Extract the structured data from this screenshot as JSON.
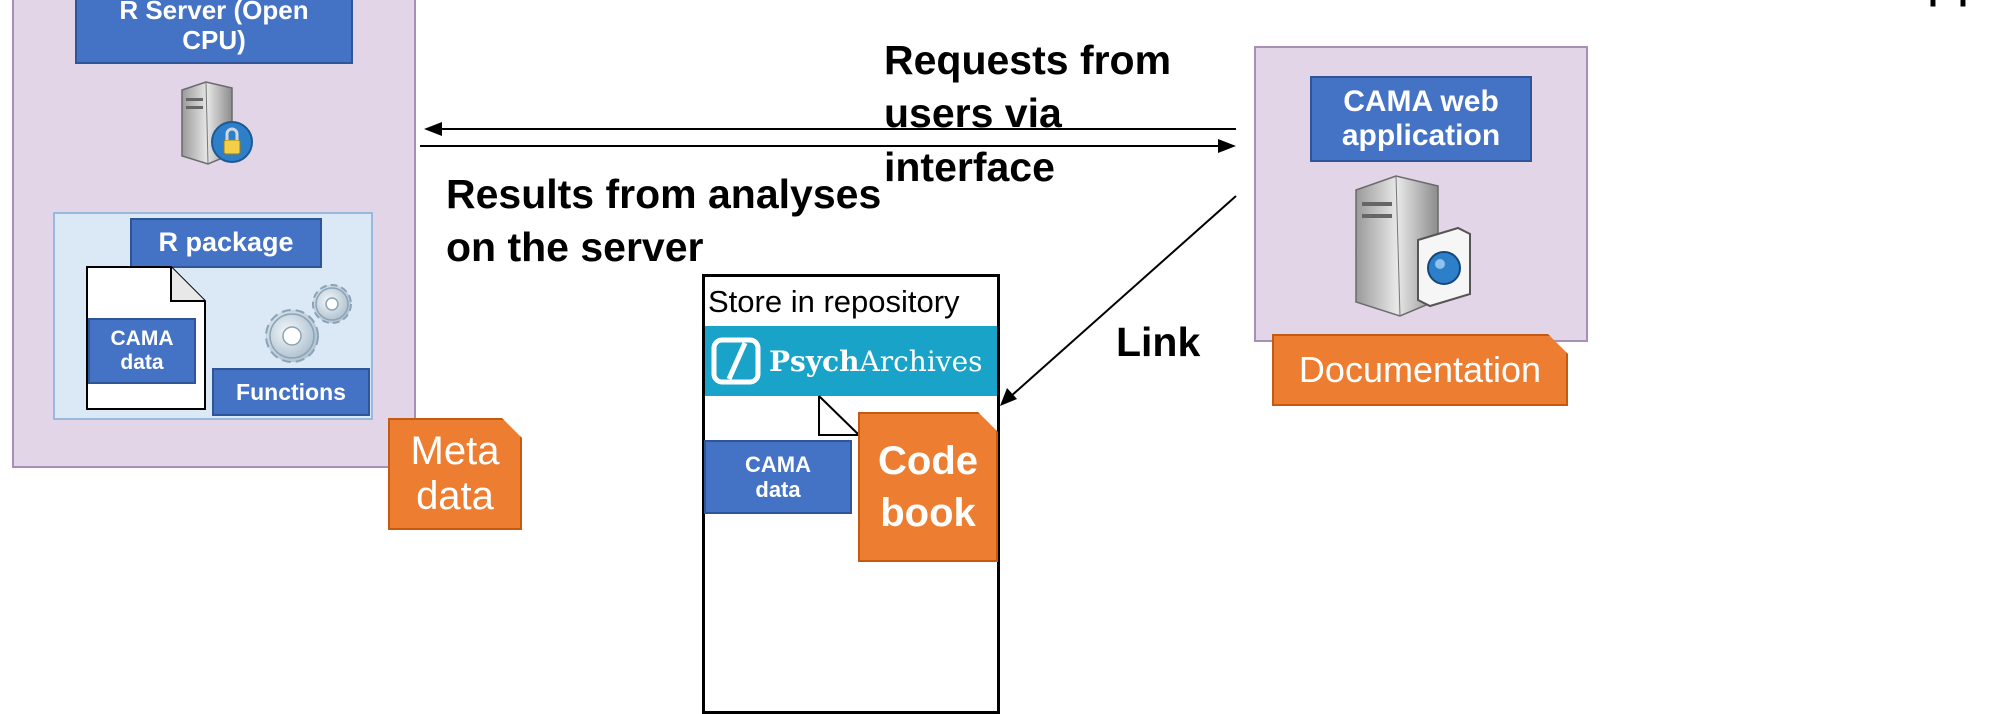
{
  "r_server": {
    "title": "R Server (Open CPU)",
    "package_label": "R package",
    "data_label": "CAMA data",
    "functions_label": "Functions",
    "meta_label": "Meta data"
  },
  "web_app": {
    "title": "CAMA web application",
    "documentation_label": "Documentation"
  },
  "arrows": {
    "requests_label": "Requests from users via interface",
    "results_label": "Results from analyses on the server",
    "link_label": "Link"
  },
  "repository": {
    "store_label": "Store in repository",
    "logo_bold": "Psych",
    "logo_regular": "Archives",
    "data_label": "CAMA data",
    "codebook_label": "Code book"
  },
  "colors": {
    "panel": "#e2d5e8",
    "subpanel": "#dbe8f6",
    "blue_box": "#4472c4",
    "orange_tag": "#ed7d31",
    "psycharchives_banner": "#1aa3c8"
  }
}
